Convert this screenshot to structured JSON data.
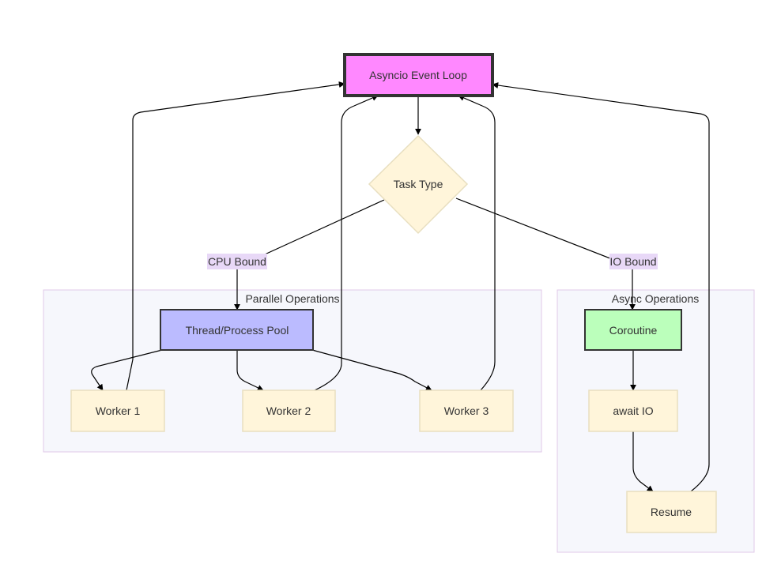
{
  "colors": {
    "event_loop_fill": "#ff88ff",
    "pool_fill": "#bbbbff",
    "coroutine_fill": "#bbffbb",
    "default_node_fill": "#fff5da",
    "default_node_stroke": "#e8dfc0",
    "edge_label_bg": "#e8d8f7",
    "cluster_fill": "#f6f7fc",
    "cluster_stroke": "#e0c8e8"
  },
  "clusters": {
    "parallel": {
      "title": "Parallel Operations"
    },
    "async": {
      "title": "Async Operations"
    }
  },
  "nodes": {
    "event_loop": {
      "label": "Asyncio Event Loop"
    },
    "task_type": {
      "label": "Task Type"
    },
    "pool": {
      "label": "Thread/Process Pool"
    },
    "worker1": {
      "label": "Worker 1"
    },
    "worker2": {
      "label": "Worker 2"
    },
    "worker3": {
      "label": "Worker 3"
    },
    "coroutine": {
      "label": "Coroutine"
    },
    "await_io": {
      "label": "await IO"
    },
    "resume": {
      "label": "Resume"
    }
  },
  "edge_labels": {
    "cpu_bound": "CPU Bound",
    "io_bound": "IO Bound"
  }
}
